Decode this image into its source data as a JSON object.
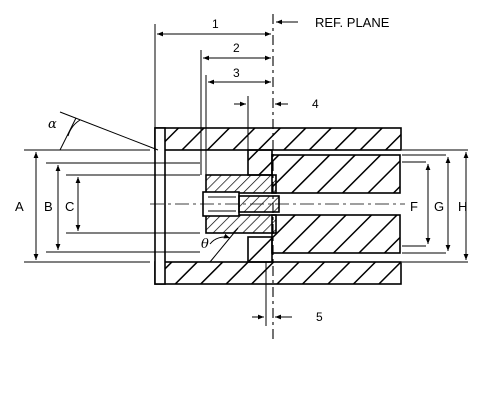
{
  "ref_plane_label": "REF. PLANE",
  "dimension_labels": {
    "d1": "1",
    "d2": "2",
    "d3": "3",
    "d4": "4",
    "d5": "5",
    "A": "A",
    "B": "B",
    "C": "C",
    "F": "F",
    "G": "G",
    "H": "H"
  },
  "angle_labels": {
    "alpha": "α",
    "theta": "θ"
  }
}
